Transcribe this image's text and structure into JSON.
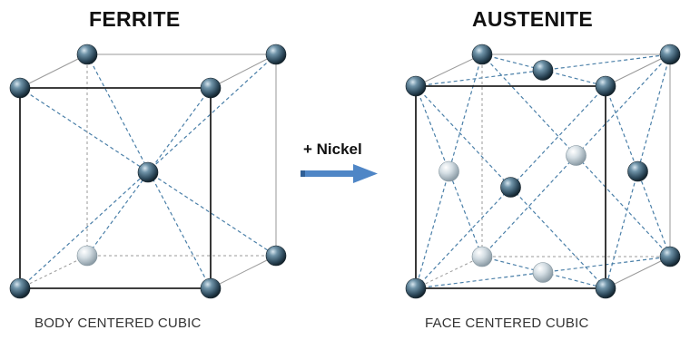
{
  "ferrite": {
    "title": "FERRITE",
    "structure_label": "BODY CENTERED CUBIC"
  },
  "austenite": {
    "title": "AUSTENITE",
    "structure_label": "FACE CENTERED CUBIC"
  },
  "transition": {
    "label": "+ Nickel",
    "arrow_color": "#4f86c6"
  },
  "colors": {
    "atom_dark": "#2e4a5c",
    "atom_light": "#c9d6de",
    "bond_dashed": "#4a7fa8",
    "cube_edge_front": "#222222",
    "cube_edge_back": "#9a9a9a"
  }
}
